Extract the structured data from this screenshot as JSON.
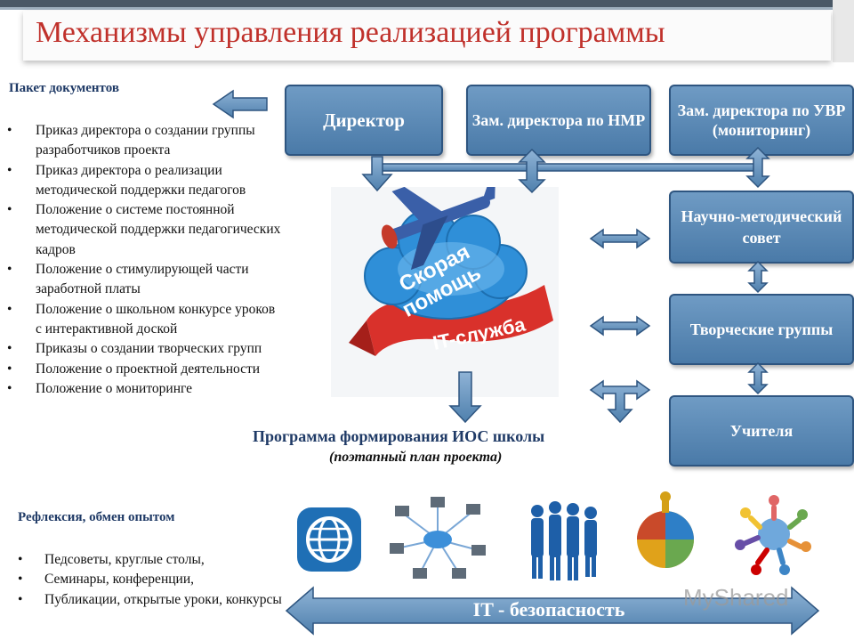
{
  "title": "Механизмы управления реализацией программы",
  "documents": {
    "heading": "Пакет документов",
    "items": [
      "Приказ директора о создании группы разработчиков проекта",
      "Приказ директора о реализации методической поддержки педагогов",
      "Положение о системе постоянной методической поддержки педагогических кадров",
      "Положение о стимулирующей части заработной платы",
      "Положение о школьном конкурсе уроков с интерактивной доской",
      "Приказы о создании творческих групп",
      "Положение о проектной деятельности",
      "Положение о мониторинге"
    ]
  },
  "reflection": {
    "heading": "Рефлексия, обмен опытом",
    "items": [
      "Педсоветы, круглые столы,",
      "Семинары, конференции,",
      "Публикации, открытые уроки, конкурсы"
    ]
  },
  "boxes": {
    "director": "Директор",
    "deputy_nmr": "Зам. директора по НМР",
    "deputy_uvr": "Зам. директора по УВР (мониторинг)",
    "science_council": "Научно-методический совет",
    "creative_groups": "Творческие группы",
    "teachers": "Учителя"
  },
  "logo": {
    "line1": "Скорая",
    "line2": "помощь",
    "ribbon": "IT-служба"
  },
  "program": {
    "title": "Программа формирования ИОС школы",
    "subtitle": "(поэтапный план проекта)"
  },
  "bottom_arrow": "IT - безопасность",
  "watermark": "MyShared",
  "icons": [
    "globe-icon",
    "network-icon",
    "people-icon",
    "puzzle-globe-icon",
    "team-circle-icon"
  ],
  "colors": {
    "title": "#c0312b",
    "box_fill": "#5b89b5",
    "box_border": "#2e5580",
    "arrow": "#5b89b5",
    "heading": "#1f3a66"
  }
}
